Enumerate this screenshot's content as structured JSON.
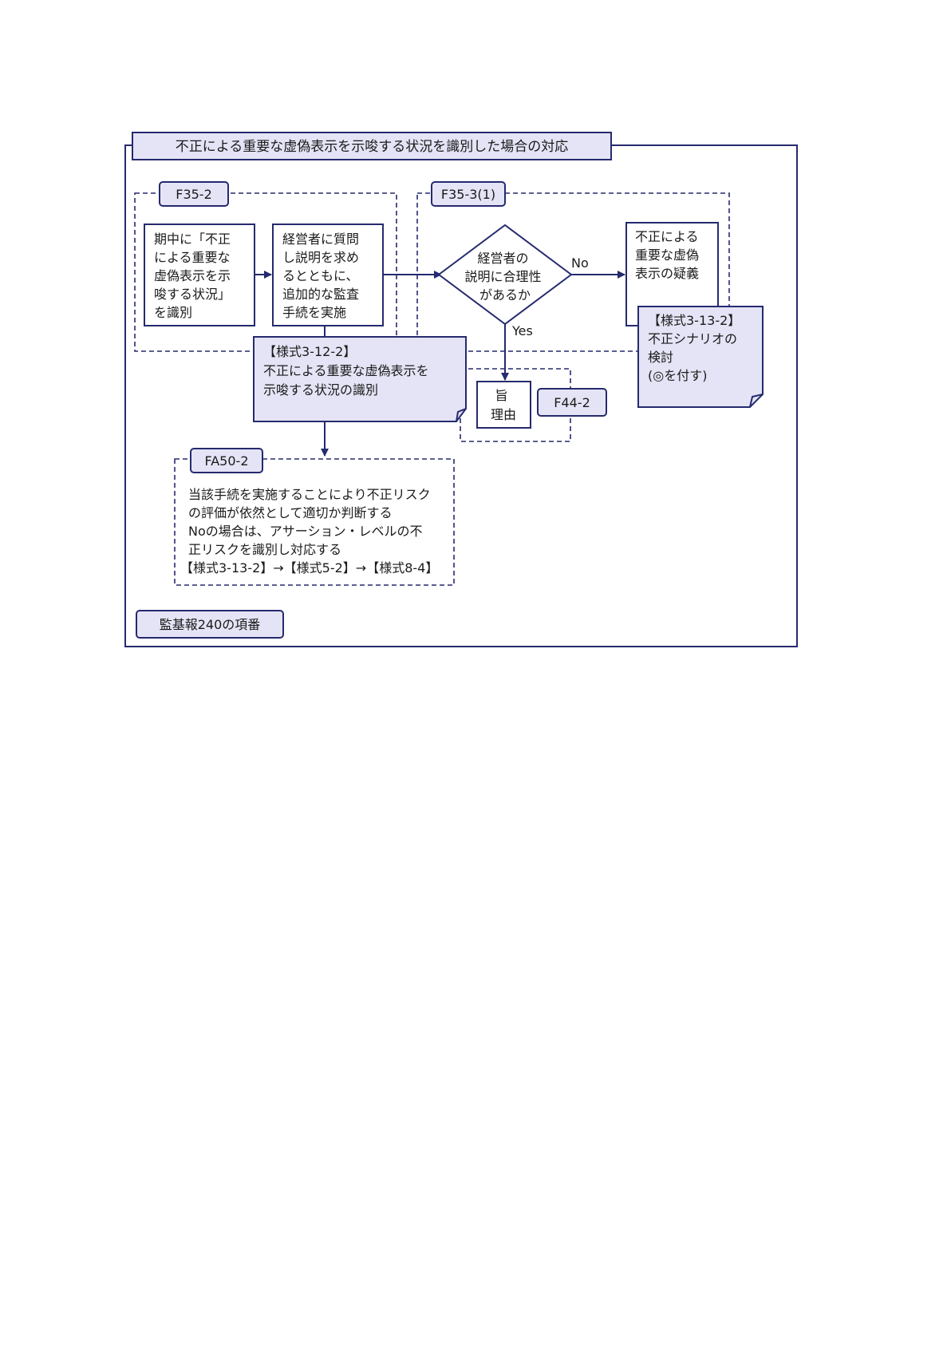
{
  "title": "不正による重要な虚偽表示を示唆する状況を識別した場合の対応",
  "tabs": {
    "f35_2": "F35-2",
    "f35_3_1": "F35-3(1)",
    "fa50_2": "FA50-2",
    "f44_2": "F44-2"
  },
  "boxes": {
    "identify": [
      "期中に「不正",
      "による重要な",
      "虚偽表示を示",
      "唆する状況」",
      "を識別"
    ],
    "inquiry": [
      "経営者に質問",
      "し説明を求め",
      "るとともに、",
      "追加的な監査",
      "手続を実施"
    ],
    "decision": [
      "経営者の",
      "説明に合理性",
      "があるか"
    ],
    "suspicion": [
      "不正による",
      "重要な虚偽",
      "表示の疑義"
    ],
    "reason": [
      "旨",
      "理由"
    ]
  },
  "branch_labels": {
    "no": "No",
    "yes": "Yes"
  },
  "notes": {
    "form_3_12_2": [
      "【様式3-12-2】",
      "不正による重要な虚偽表示を",
      "示唆する状況の識別"
    ],
    "form_3_13_2": [
      "【様式3-13-2】",
      "不正シナリオの",
      "検討",
      "(◎を付す)"
    ]
  },
  "fa50_text": [
    "当該手続を実施することにより不正リスク",
    "の評価が依然として適切か判断する",
    "Noの場合は、アサーション・レベルの不",
    "正リスクを識別し対応する",
    "【様式3-13-2】→【様式5-2】→【様式8-4】"
  ],
  "legend": "監基報240の項番",
  "colors": {
    "line": "#262a6e",
    "fill_accent": "#e4e4f6"
  }
}
